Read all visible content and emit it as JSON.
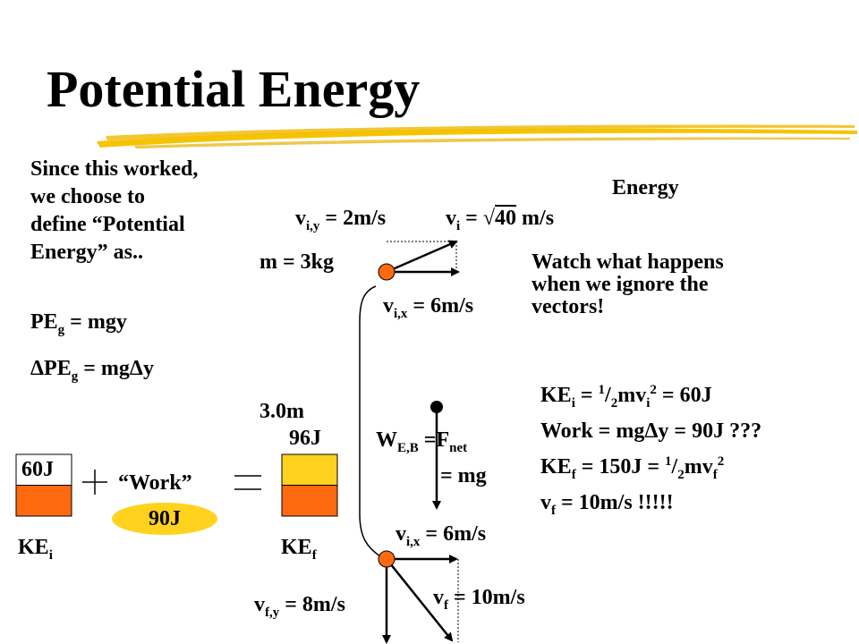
{
  "title": "Potential  Energy",
  "definition": {
    "lines": [
      "Since this worked,",
      "we choose to",
      "define “Potential",
      "Energy” as.."
    ],
    "pe_prefix": "PE",
    "pe_sub": "g",
    "pe_rest": " = mgy",
    "dpe_delta": "Δ",
    "dpe_mid": "PE",
    "dpe_sub": "g",
    "dpe_rest1": " = mg",
    "dpe_delta2": "Δ",
    "dpe_rest2": "y"
  },
  "energy_label": "Energy",
  "vertical_velocity_top": {
    "main": "v",
    "sub": "i,y",
    "rest": " = 2m/s"
  },
  "initial_velocity": {
    "main": "v",
    "sub": "i",
    "eq": " = ",
    "root": "√",
    "radicand": "40",
    "unit": " m/s"
  },
  "mass": "m = 3kg",
  "watch_note": [
    "Watch what happens",
    "when we ignore the",
    "vectors!"
  ],
  "horizontal_velocity_top": {
    "main": "v",
    "sub": "i,x",
    "rest": " = 6m/s"
  },
  "height": "3.0m",
  "ke_initial_value": "60J",
  "ke_final_value": "96J",
  "ke_i_label": {
    "main": "KE",
    "sub": "i"
  },
  "ke_f_label": {
    "main": "KE",
    "sub": "f"
  },
  "work_label": "“Work”",
  "work_value": "90J",
  "work_force": {
    "w": "W",
    "wsub": "E,B",
    "eq": " =F",
    "fsub": "net",
    "mg": "= mg"
  },
  "equations": {
    "line1": {
      "a": "KE",
      "asub": "i",
      "b": " = ",
      "csup": "1",
      "d": "/",
      "esub": "2",
      "f": "mv",
      "fsub": "i",
      "fsup": "2",
      "g": " = 60J"
    },
    "line2": {
      "a": "Work = mg",
      "delta": "Δ",
      "b": "y = 90J ???"
    },
    "line3": {
      "a": "KE",
      "asub": "f",
      "b": " =  150J  = ",
      "csup": "1",
      "d": "/",
      "esub": "2",
      "f": "mv",
      "fsub": "f",
      "fsup": "2"
    },
    "line4": {
      "a": "v",
      "asub": "f",
      "b": " =  10m/s !!!!!"
    }
  },
  "horizontal_velocity_bottom": {
    "main": "v",
    "sub": "i,x",
    "rest": " = 6m/s"
  },
  "final_velocity": {
    "main": "v",
    "sub": "f",
    "rest": " = 10m/s"
  },
  "vertical_velocity_bottom": {
    "main": "v",
    "sub": "f,y",
    "rest": " = 8m/s"
  },
  "colors": {
    "orange": "#ff6a10",
    "yellow": "#ffd21e",
    "brush": "#f5c400",
    "ball": "#ff6a10"
  },
  "bars": {
    "ke_initial_fraction": 0.5,
    "ke_final_fraction_upper": 0.5
  }
}
